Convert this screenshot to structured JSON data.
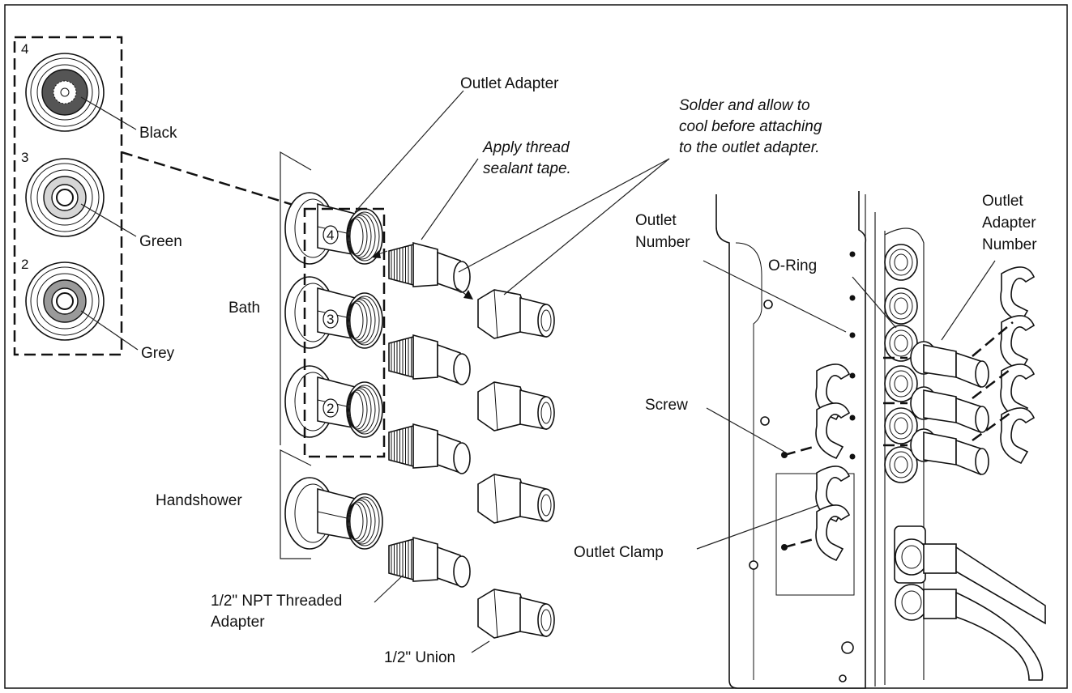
{
  "legend": {
    "items": [
      {
        "number": "4",
        "color_name": "Black",
        "fill": "#555555"
      },
      {
        "number": "3",
        "color_name": "Green",
        "fill": "#d6d6d6"
      },
      {
        "number": "2",
        "color_name": "Grey",
        "fill": "#9a9a9a"
      }
    ]
  },
  "labels": {
    "outlet_adapter": "Outlet Adapter",
    "thread_tape_1": "Apply thread",
    "thread_tape_2": "sealant tape.",
    "solder_1": "Solder and allow to",
    "solder_2": "cool before attaching",
    "solder_3": "to the outlet adapter.",
    "bath": "Bath",
    "handshower": "Handshower",
    "npt_1": "1/2\" NPT Threaded",
    "npt_2": "Adapter",
    "union": "1/2\" Union",
    "outlet_number_1": "Outlet",
    "outlet_number_2": "Number",
    "o_ring": "O-Ring",
    "outlet_adapter_number_1": "Outlet",
    "outlet_adapter_number_2": "Adapter",
    "outlet_adapter_number_3": "Number",
    "screw": "Screw",
    "outlet_clamp": "Outlet Clamp"
  },
  "adapter_numbers": [
    "4",
    "3",
    "2"
  ]
}
